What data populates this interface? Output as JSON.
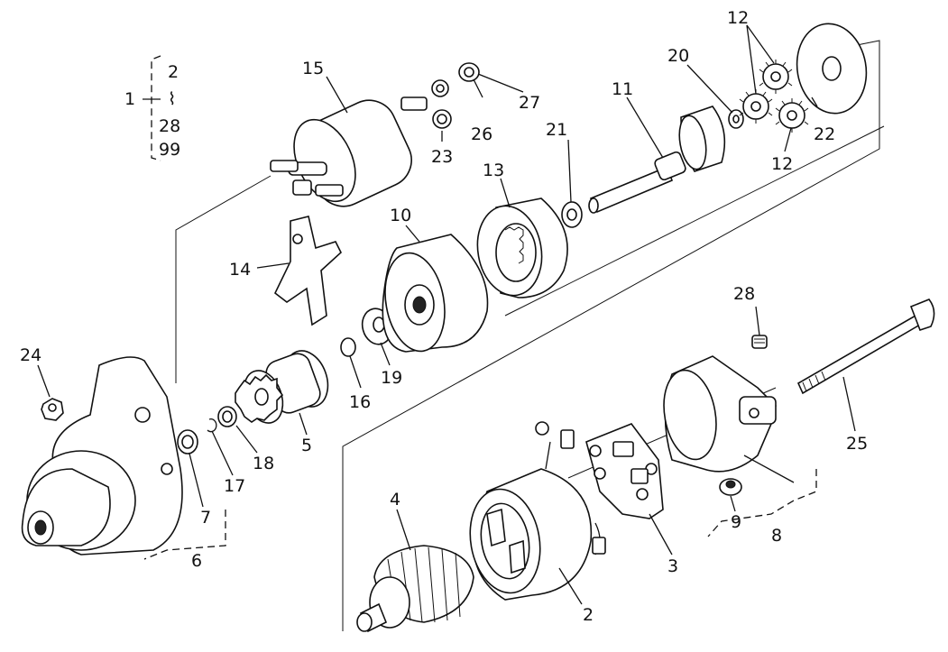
{
  "diagram": {
    "group_1": {
      "number": "1",
      "members": [
        "2",
        "⌇",
        "28",
        "99"
      ]
    },
    "labels": {
      "p2a": "2",
      "p2b": "2",
      "p3": "3",
      "p4": "4",
      "p5": "5",
      "p6": "6",
      "p7": "7",
      "p8": "8",
      "p9": "9",
      "p10": "10",
      "p11": "11",
      "p12a": "12",
      "p12b": "12",
      "p13": "13",
      "p14": "14",
      "p15": "15",
      "p16": "16",
      "p17": "17",
      "p18": "18",
      "p19": "19",
      "p20": "20",
      "p21": "21",
      "p22": "22",
      "p23": "23",
      "p24": "24",
      "p25": "25",
      "p26": "26",
      "p27": "27",
      "p28": "28"
    }
  }
}
